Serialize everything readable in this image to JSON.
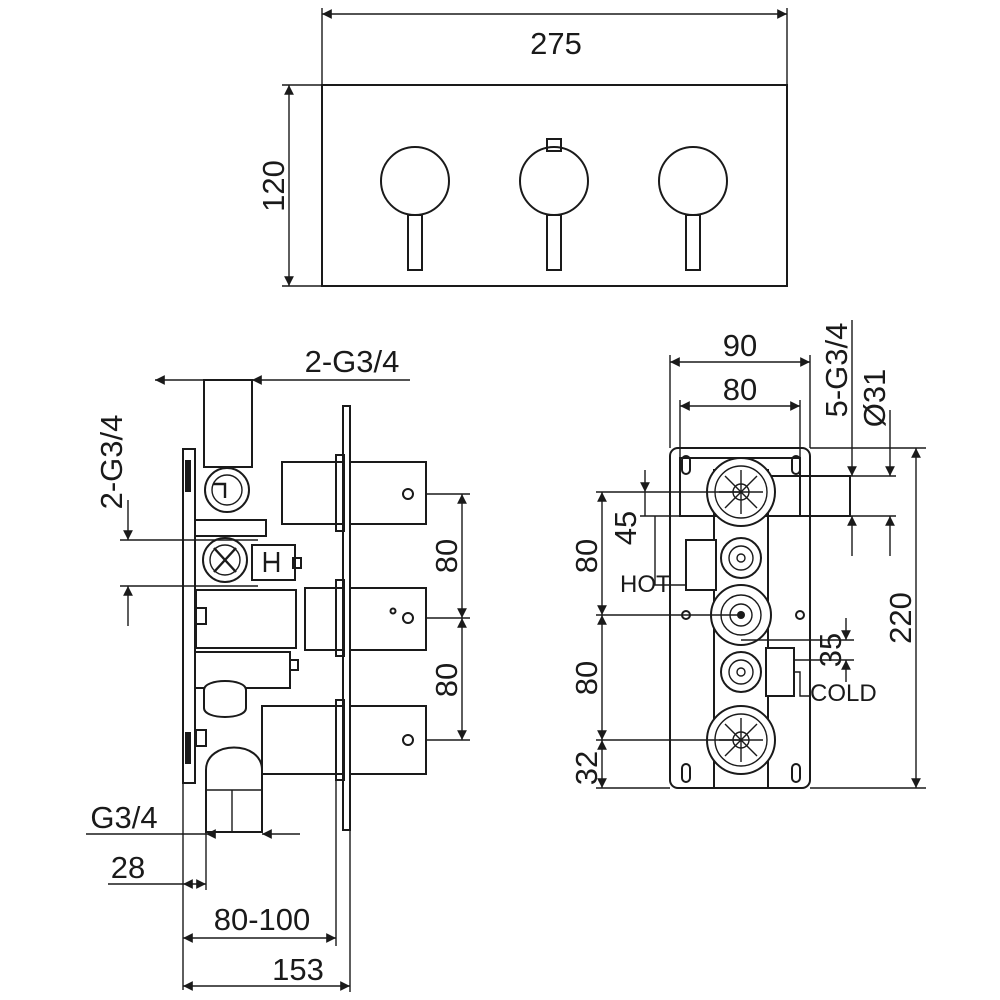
{
  "front_view": {
    "width": "275",
    "height": "120"
  },
  "side_view": {
    "outlet_top": "2-G3/4",
    "outlet_left": "2-G3/4",
    "spacing_upper": "80",
    "spacing_lower": "80",
    "inlet": "G3/4",
    "offset": "28",
    "depth_range": "80-100",
    "total_depth": "153"
  },
  "back_view": {
    "outer_width": "90",
    "inner_width": "80",
    "outlets": "5-G3/4",
    "diameter": "Ø31",
    "offset_45": "45",
    "spacing_upper": "80",
    "spacing_lower": "80",
    "bottom_offset": "32",
    "offset_35": "35",
    "total_height": "220",
    "hot_label": "HOT",
    "cold_label": "COLD"
  }
}
